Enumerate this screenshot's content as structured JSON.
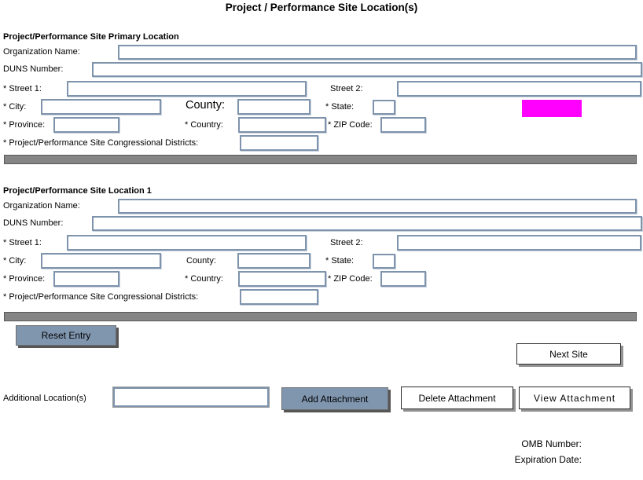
{
  "title": "Project / Performance Site Location(s)",
  "sections": [
    {
      "header": "Project/Performance Site Primary Location",
      "labels": {
        "organization": "Organization Name:",
        "duns": "DUNS Number:",
        "street1": "* Street 1:",
        "street2": "Street 2:",
        "city": "* City:",
        "county": "County:",
        "state": "* State:",
        "province": "* Province:",
        "country": "* Country:",
        "zip": "* ZIP Code:",
        "districts": "* Project/Performance Site Congressional Districts:"
      },
      "values": {
        "organization": "",
        "duns": "",
        "street1": "",
        "street2": "",
        "city": "",
        "county": "",
        "state": "",
        "province": "",
        "country": "",
        "zip": "",
        "districts": ""
      }
    },
    {
      "header": "Project/Performance Site Location 1",
      "labels": {
        "organization": "Organization Name:",
        "duns": "DUNS Number:",
        "street1": "* Street 1:",
        "street2": "Street 2:",
        "city": "* City:",
        "county": "County:",
        "state": "* State:",
        "province": "* Province:",
        "country": "* Country:",
        "zip": "* ZIP Code:",
        "districts": "* Project/Performance Site Congressional Districts:"
      },
      "values": {
        "organization": "",
        "duns": "",
        "street1": "",
        "street2": "",
        "city": "",
        "county": "",
        "state": "",
        "province": "",
        "country": "",
        "zip": "",
        "districts": ""
      }
    }
  ],
  "buttons": {
    "reset_entry": "Reset Entry",
    "next_site": "Next Site",
    "add_attachment": "Add Attachment",
    "delete_attachment": "Delete Attachment",
    "view_attachment": "View Attachment"
  },
  "additional_location": {
    "label": "Additional Location(s)",
    "value": ""
  },
  "footer": {
    "omb_number": "OMB Number:",
    "expiration_date": "Expiration Date:"
  },
  "colors": {
    "field_border": "#7e93ac",
    "divider_bar": "#858585",
    "button_fill": "#8096af",
    "highlight_box": "#ff00ff"
  }
}
